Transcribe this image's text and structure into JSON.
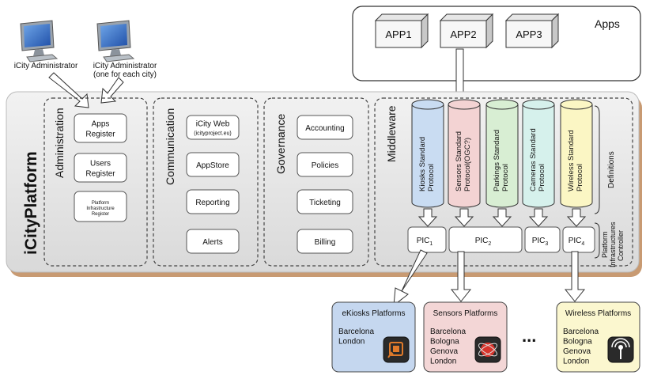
{
  "apps": {
    "title": "Apps",
    "items": [
      "APP1",
      "APP2",
      "APP3"
    ]
  },
  "admins": [
    {
      "label": "iCity Administrator"
    },
    {
      "label": "iCity Administrator",
      "sub": "(one for each city)"
    }
  ],
  "platform": {
    "title": "iCityPlatform"
  },
  "administration": {
    "title": "Administration",
    "items": [
      [
        "Apps",
        "Register"
      ],
      [
        "Users",
        "Register"
      ],
      [
        "Platform",
        "Infrastructure",
        "Register"
      ]
    ]
  },
  "communication": {
    "title": "Communication",
    "items": [
      [
        "iCity Web",
        "(icityproject.eu)"
      ],
      [
        "AppStore"
      ],
      [
        "Reporting"
      ],
      [
        "Alerts"
      ]
    ]
  },
  "governance": {
    "title": "Governance",
    "items": [
      "Accounting",
      "Policies",
      "Ticketing",
      "Billing"
    ]
  },
  "middleware": {
    "title": "Middleware",
    "protocols": [
      {
        "lines": [
          "Kiosks Standard",
          "Protocol"
        ],
        "color": "#c9dcf2"
      },
      {
        "lines": [
          "Sensors Standard",
          "Protocol(OGC?)"
        ],
        "color": "#f3d3d3"
      },
      {
        "lines": [
          "Parkings Standard",
          "Protocol"
        ],
        "color": "#d8eed3"
      },
      {
        "lines": [
          "Cameras Standard",
          "Protocol"
        ],
        "color": "#d6f1ec"
      },
      {
        "lines": [
          "Wireless Standard",
          "Protocol"
        ],
        "color": "#fbf6c4"
      }
    ],
    "pics": [
      {
        "base": "PIC",
        "sub": "1"
      },
      {
        "base": "PIC",
        "sub": "2"
      },
      {
        "base": "PIC",
        "sub": "3"
      },
      {
        "base": "PIC",
        "sub": "4"
      }
    ],
    "definitions_label": "Definitions",
    "controller_label": [
      "Platform",
      "Infrastructures",
      "Controller"
    ]
  },
  "bottom_platforms": [
    {
      "title": "eKiosks Platforms",
      "cities": [
        "Barcelona",
        "London"
      ],
      "color": "#c5d7ef",
      "icon": "kiosk-touch-icon"
    },
    {
      "title": "Sensors Platforms",
      "cities": [
        "Barcelona",
        "Bologna",
        "Genova",
        "London"
      ],
      "color": "#f3d6d6",
      "icon": "sensor-atom-icon"
    },
    {
      "title": "Wireless Platforms",
      "cities": [
        "Barcelona",
        "Bologna",
        "Genova",
        "London"
      ],
      "color": "#fbf7cf",
      "icon": "wireless-antenna-icon"
    }
  ],
  "ellipsis": "..."
}
